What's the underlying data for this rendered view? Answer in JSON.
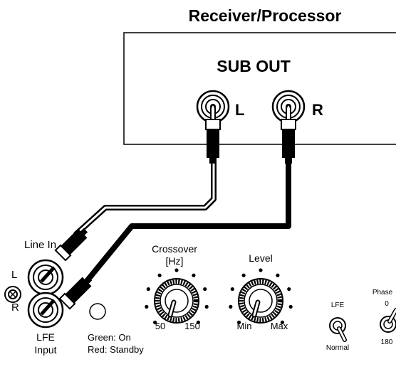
{
  "processor": {
    "title": "Receiver/Processor",
    "sub_out_label": "SUB OUT",
    "jack_left_label": "L",
    "jack_right_label": "R"
  },
  "panel": {
    "line_in_label": "Line In",
    "line_in_left": "L",
    "line_in_right": "R",
    "lfe_input_line1": "LFE",
    "lfe_input_line2": "Input",
    "led_legend_line1": "Green: On",
    "led_legend_line2": "Red: Standby",
    "crossover": {
      "title_line1": "Crossover",
      "title_line2": "[Hz]",
      "min_label": "50",
      "max_label": "150"
    },
    "level": {
      "title": "Level",
      "min_label": "Min",
      "max_label": "Max"
    },
    "lfe_switch": {
      "top_label": "LFE",
      "bottom_label": "Normal"
    },
    "phase_switch": {
      "title": "Phase",
      "top_label": "0",
      "bottom_label": "180"
    }
  }
}
